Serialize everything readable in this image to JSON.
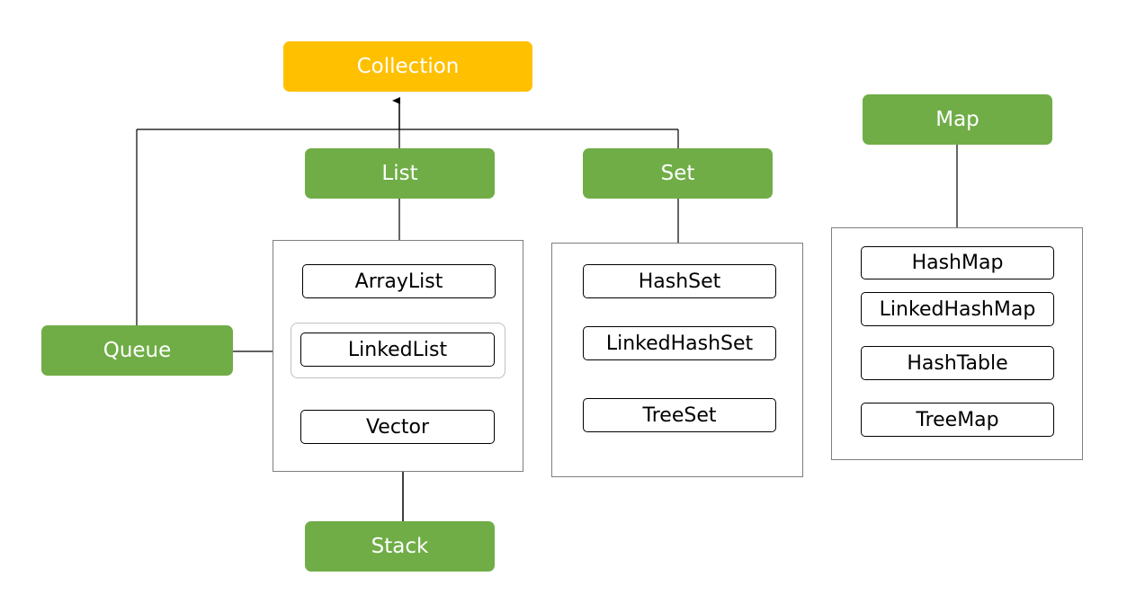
{
  "root": {
    "label": "Collection",
    "color": "#ffc000"
  },
  "interfaces": {
    "list": "List",
    "set": "Set",
    "queue": "Queue",
    "map": "Map",
    "stack": "Stack",
    "color": "#70ad47"
  },
  "list_impls": [
    "ArrayList",
    "LinkedList",
    "Vector"
  ],
  "set_impls": [
    "HashSet",
    "LinkedHashSet",
    "TreeSet"
  ],
  "map_impls": [
    "HashMap",
    "LinkedHashMap",
    "HashTable",
    "TreeMap"
  ]
}
